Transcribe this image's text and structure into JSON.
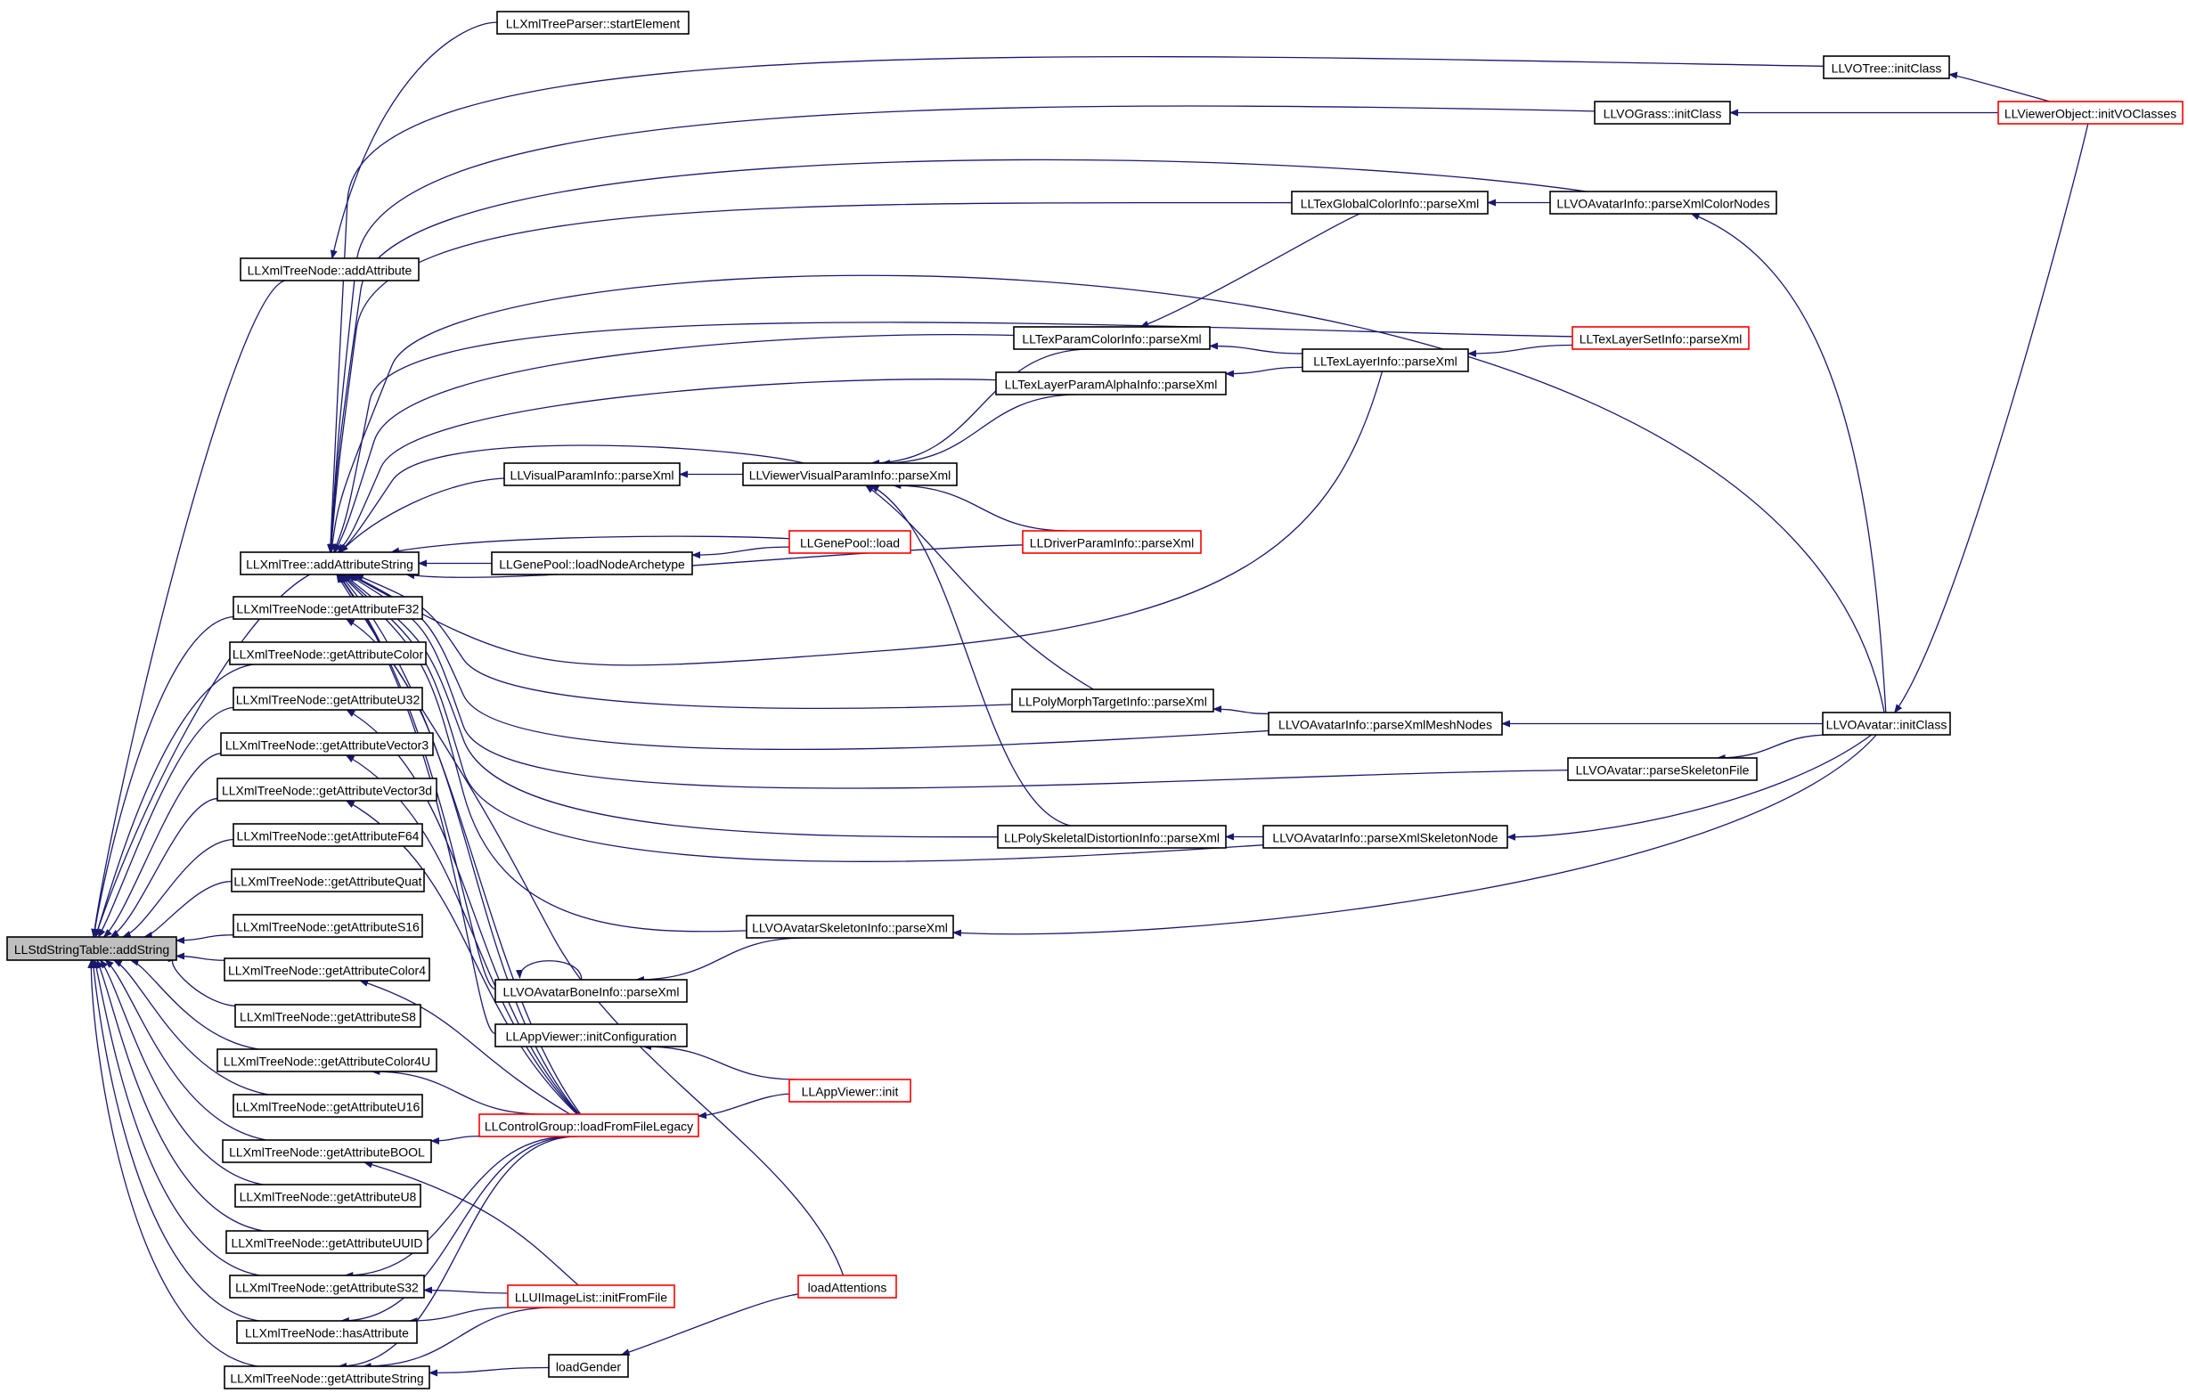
{
  "colors": {
    "edge": "#191970",
    "red_border": "#ff0000",
    "black_border": "#000000",
    "root_fill": "#bfbfbf"
  },
  "nodes": [
    {
      "id": "addString",
      "label": "LLStdStringTable::addString",
      "style": "root"
    },
    {
      "id": "startElement",
      "label": "LLXmlTreeParser::startElement",
      "style": "black"
    },
    {
      "id": "addAttribute",
      "label": "LLXmlTreeNode::addAttribute",
      "style": "black"
    },
    {
      "id": "addAttributeString",
      "label": "LLXmlTree::addAttributeString",
      "style": "black"
    },
    {
      "id": "gaF32",
      "label": "LLXmlTreeNode::getAttributeF32",
      "style": "black"
    },
    {
      "id": "gaColor",
      "label": "LLXmlTreeNode::getAttributeColor",
      "style": "black"
    },
    {
      "id": "gaU32",
      "label": "LLXmlTreeNode::getAttributeU32",
      "style": "black"
    },
    {
      "id": "gaVector3",
      "label": "LLXmlTreeNode::getAttributeVector3",
      "style": "black"
    },
    {
      "id": "gaVector3d",
      "label": "LLXmlTreeNode::getAttributeVector3d",
      "style": "black"
    },
    {
      "id": "gaF64",
      "label": "LLXmlTreeNode::getAttributeF64",
      "style": "black"
    },
    {
      "id": "gaQuat",
      "label": "LLXmlTreeNode::getAttributeQuat",
      "style": "black"
    },
    {
      "id": "gaS16",
      "label": "LLXmlTreeNode::getAttributeS16",
      "style": "black"
    },
    {
      "id": "gaColor4",
      "label": "LLXmlTreeNode::getAttributeColor4",
      "style": "black"
    },
    {
      "id": "gaS8",
      "label": "LLXmlTreeNode::getAttributeS8",
      "style": "black"
    },
    {
      "id": "gaColor4U",
      "label": "LLXmlTreeNode::getAttributeColor4U",
      "style": "black"
    },
    {
      "id": "gaU16",
      "label": "LLXmlTreeNode::getAttributeU16",
      "style": "black"
    },
    {
      "id": "gaBOOL",
      "label": "LLXmlTreeNode::getAttributeBOOL",
      "style": "black"
    },
    {
      "id": "gaU8",
      "label": "LLXmlTreeNode::getAttributeU8",
      "style": "black"
    },
    {
      "id": "gaUUID",
      "label": "LLXmlTreeNode::getAttributeUUID",
      "style": "black"
    },
    {
      "id": "gaS32",
      "label": "LLXmlTreeNode::getAttributeS32",
      "style": "black"
    },
    {
      "id": "hasAttribute",
      "label": "LLXmlTreeNode::hasAttribute",
      "style": "black"
    },
    {
      "id": "gaString",
      "label": "LLXmlTreeNode::getAttributeString",
      "style": "black"
    },
    {
      "id": "visualParam",
      "label": "LLVisualParamInfo::parseXml",
      "style": "black"
    },
    {
      "id": "loadNodeArchetype",
      "label": "LLGenePool::loadNodeArchetype",
      "style": "black"
    },
    {
      "id": "boneInfo",
      "label": "LLVOAvatarBoneInfo::parseXml",
      "style": "black"
    },
    {
      "id": "initConfiguration",
      "label": "LLAppViewer::initConfiguration",
      "style": "black"
    },
    {
      "id": "loadFromFileLegacy",
      "label": "LLControlGroup::loadFromFileLegacy",
      "style": "red"
    },
    {
      "id": "imageListInit",
      "label": "LLUIImageList::initFromFile",
      "style": "red"
    },
    {
      "id": "loadGender",
      "label": "loadGender",
      "style": "black"
    },
    {
      "id": "viewerVisualParam",
      "label": "LLViewerVisualParamInfo::parseXml",
      "style": "black"
    },
    {
      "id": "genePoolLoad",
      "label": "LLGenePool::load",
      "style": "red"
    },
    {
      "id": "skeletonInfo",
      "label": "LLVOAvatarSkeletonInfo::parseXml",
      "style": "black"
    },
    {
      "id": "appViewerInit",
      "label": "LLAppViewer::init",
      "style": "red"
    },
    {
      "id": "loadAttentions",
      "label": "loadAttentions",
      "style": "red"
    },
    {
      "id": "texParamColor",
      "label": "LLTexParamColorInfo::parseXml",
      "style": "black"
    },
    {
      "id": "texLayerParamAlpha",
      "label": "LLTexLayerParamAlphaInfo::parseXml",
      "style": "black"
    },
    {
      "id": "driverParam",
      "label": "LLDriverParamInfo::parseXml",
      "style": "red"
    },
    {
      "id": "polyMorph",
      "label": "LLPolyMorphTargetInfo::parseXml",
      "style": "black"
    },
    {
      "id": "polySkeletal",
      "label": "LLPolySkeletalDistortionInfo::parseXml",
      "style": "black"
    },
    {
      "id": "texGlobalColor",
      "label": "LLTexGlobalColorInfo::parseXml",
      "style": "black"
    },
    {
      "id": "texLayerInfo",
      "label": "LLTexLayerInfo::parseXml",
      "style": "black"
    },
    {
      "id": "meshNodes",
      "label": "LLVOAvatarInfo::parseXmlMeshNodes",
      "style": "black"
    },
    {
      "id": "skeletonNode",
      "label": "LLVOAvatarInfo::parseXmlSkeletonNode",
      "style": "black"
    },
    {
      "id": "voGrass",
      "label": "LLVOGrass::initClass",
      "style": "black"
    },
    {
      "id": "colorNodes",
      "label": "LLVOAvatarInfo::parseXmlColorNodes",
      "style": "black"
    },
    {
      "id": "texLayerSet",
      "label": "LLTexLayerSetInfo::parseXml",
      "style": "red"
    },
    {
      "id": "parseSkeletonFile",
      "label": "LLVOAvatar::parseSkeletonFile",
      "style": "black"
    },
    {
      "id": "voTree",
      "label": "LLVOTree::initClass",
      "style": "black"
    },
    {
      "id": "voAvatarInit",
      "label": "LLVOAvatar::initClass",
      "style": "black"
    },
    {
      "id": "viewerObject",
      "label": "LLViewerObject::initVOClasses",
      "style": "red"
    }
  ],
  "edges": [
    [
      "startElement",
      "addAttribute"
    ],
    [
      "addAttribute",
      "addString"
    ],
    [
      "addAttributeString",
      "addString"
    ],
    [
      "gaF32",
      "addString"
    ],
    [
      "gaColor",
      "addString"
    ],
    [
      "gaU32",
      "addString"
    ],
    [
      "gaVector3",
      "addString"
    ],
    [
      "gaVector3d",
      "addString"
    ],
    [
      "gaF64",
      "addString"
    ],
    [
      "gaQuat",
      "addString"
    ],
    [
      "gaS16",
      "addString"
    ],
    [
      "gaColor4",
      "addString"
    ],
    [
      "gaS8",
      "addString"
    ],
    [
      "gaColor4U",
      "addString"
    ],
    [
      "gaU16",
      "addString"
    ],
    [
      "gaBOOL",
      "addString"
    ],
    [
      "gaU8",
      "addString"
    ],
    [
      "gaUUID",
      "addString"
    ],
    [
      "gaS32",
      "addString"
    ],
    [
      "hasAttribute",
      "addString"
    ],
    [
      "gaString",
      "addString"
    ],
    [
      "voTree",
      "addAttributeString"
    ],
    [
      "voGrass",
      "addAttributeString"
    ],
    [
      "texGlobalColor",
      "addAttributeString"
    ],
    [
      "colorNodes",
      "addAttributeString"
    ],
    [
      "voAvatarInit",
      "addAttributeString"
    ],
    [
      "texLayerSet",
      "addAttributeString"
    ],
    [
      "texParamColor",
      "addAttributeString"
    ],
    [
      "texLayerParamAlpha",
      "addAttributeString"
    ],
    [
      "viewerVisualParam",
      "addAttributeString"
    ],
    [
      "visualParam",
      "addAttributeString"
    ],
    [
      "genePoolLoad",
      "addAttributeString"
    ],
    [
      "loadNodeArchetype",
      "addAttributeString"
    ],
    [
      "driverParam",
      "addAttributeString"
    ],
    [
      "texLayerInfo",
      "addAttributeString"
    ],
    [
      "polyMorph",
      "addAttributeString"
    ],
    [
      "meshNodes",
      "addAttributeString"
    ],
    [
      "parseSkeletonFile",
      "addAttributeString"
    ],
    [
      "polySkeletal",
      "addAttributeString"
    ],
    [
      "skeletonNode",
      "addAttributeString"
    ],
    [
      "skeletonInfo",
      "addAttributeString"
    ],
    [
      "boneInfo",
      "addAttributeString"
    ],
    [
      "initConfiguration",
      "addAttributeString"
    ],
    [
      "loadFromFileLegacy",
      "addAttributeString"
    ],
    [
      "loadAttentions",
      "addAttributeString"
    ],
    [
      "loadFromFileLegacy",
      "gaF32"
    ],
    [
      "loadFromFileLegacy",
      "gaU32"
    ],
    [
      "loadFromFileLegacy",
      "gaVector3"
    ],
    [
      "loadFromFileLegacy",
      "gaVector3d"
    ],
    [
      "loadFromFileLegacy",
      "gaColor4"
    ],
    [
      "loadFromFileLegacy",
      "gaColor4U"
    ],
    [
      "loadFromFileLegacy",
      "gaBOOL"
    ],
    [
      "loadFromFileLegacy",
      "gaS32"
    ],
    [
      "loadFromFileLegacy",
      "hasAttribute"
    ],
    [
      "loadFromFileLegacy",
      "gaString"
    ],
    [
      "imageListInit",
      "gaBOOL"
    ],
    [
      "imageListInit",
      "gaS32"
    ],
    [
      "imageListInit",
      "hasAttribute"
    ],
    [
      "imageListInit",
      "gaString"
    ],
    [
      "loadGender",
      "gaString"
    ],
    [
      "viewerVisualParam",
      "visualParam"
    ],
    [
      "genePoolLoad",
      "loadNodeArchetype"
    ],
    [
      "skeletonInfo",
      "boneInfo"
    ],
    [
      "boneInfo",
      "boneInfo"
    ],
    [
      "appViewerInit",
      "initConfiguration"
    ],
    [
      "appViewerInit",
      "loadFromFileLegacy"
    ],
    [
      "loadAttentions",
      "loadGender"
    ],
    [
      "texParamColor",
      "viewerVisualParam"
    ],
    [
      "texLayerParamAlpha",
      "viewerVisualParam"
    ],
    [
      "driverParam",
      "viewerVisualParam"
    ],
    [
      "polyMorph",
      "viewerVisualParam"
    ],
    [
      "polySkeletal",
      "viewerVisualParam"
    ],
    [
      "texGlobalColor",
      "texParamColor"
    ],
    [
      "texLayerInfo",
      "texParamColor"
    ],
    [
      "texLayerInfo",
      "texLayerParamAlpha"
    ],
    [
      "meshNodes",
      "polyMorph"
    ],
    [
      "skeletonNode",
      "polySkeletal"
    ],
    [
      "colorNodes",
      "texGlobalColor"
    ],
    [
      "texLayerSet",
      "texLayerInfo"
    ],
    [
      "voAvatarInit",
      "meshNodes"
    ],
    [
      "voAvatarInit",
      "parseSkeletonFile"
    ],
    [
      "voAvatarInit",
      "skeletonNode"
    ],
    [
      "voAvatarInit",
      "skeletonInfo"
    ],
    [
      "voAvatarInit",
      "colorNodes"
    ],
    [
      "viewerObject",
      "voTree"
    ],
    [
      "viewerObject",
      "voGrass"
    ],
    [
      "viewerObject",
      "voAvatarInit"
    ]
  ]
}
